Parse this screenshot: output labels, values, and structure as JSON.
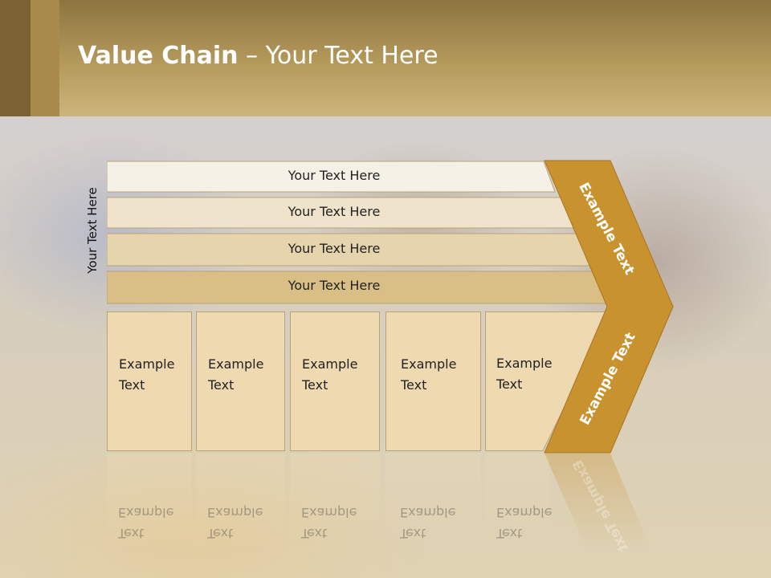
{
  "header": {
    "title_bold": "Value Chain",
    "title_rest": " – Your Text Here"
  },
  "side_label": "Your Text Here",
  "bars": [
    {
      "label": "Your Text Here"
    },
    {
      "label": "Your Text Here"
    },
    {
      "label": "Your Text Here"
    },
    {
      "label": "Your Text Here"
    }
  ],
  "boxes": [
    {
      "line1": "Example",
      "line2": "Text"
    },
    {
      "line1": "Example",
      "line2": "Text"
    },
    {
      "line1": "Example",
      "line2": "Text"
    },
    {
      "line1": "Example",
      "line2": "Text"
    },
    {
      "line1": "Example",
      "line2": "Text"
    }
  ],
  "chevron": {
    "upper_text": "Example Text",
    "lower_text": "Example Text"
  },
  "colors": {
    "accent": "#c8922f",
    "bar1": "#f5f1e6",
    "bar2": "#efe3cb",
    "bar3": "#e6d4ad",
    "bar4": "#d9bf86",
    "box": "#efd9b0"
  }
}
